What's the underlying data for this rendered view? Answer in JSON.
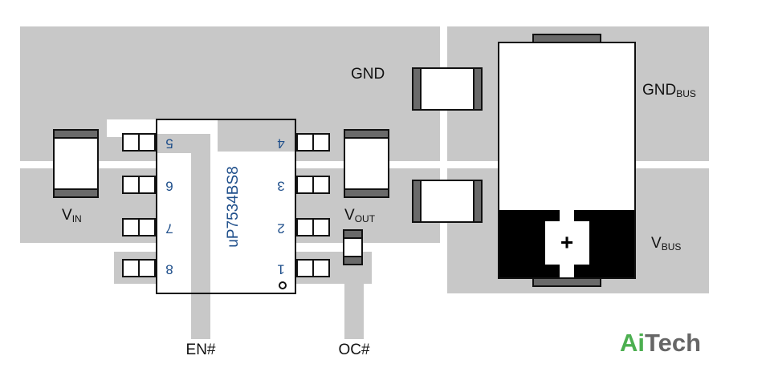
{
  "diagram": {
    "chip": {
      "part_number": "uP7534BS8",
      "pins_left": [
        "5",
        "6",
        "7",
        "8"
      ],
      "pins_right": [
        "4",
        "3",
        "2",
        "1"
      ]
    },
    "labels": {
      "gnd": "GND",
      "gnd_bus_main": "GND",
      "gnd_bus_sub": "BUS",
      "vbus_main": "V",
      "vbus_sub": "BUS",
      "vin_main": "V",
      "vin_sub": "IN",
      "vout_main": "V",
      "vout_sub": "OUT",
      "en": "EN#",
      "oc": "OC#",
      "plus": "+"
    },
    "logo": {
      "part_a": "Ai",
      "part_b": "Tech"
    },
    "colors": {
      "plane": "#c8c8c8",
      "component_body": "#ffffff",
      "terminal": "#6a6a6a",
      "chip_text": "#1f4f8b",
      "logo_green": "#4caf50",
      "logo_gray": "#666666"
    }
  }
}
